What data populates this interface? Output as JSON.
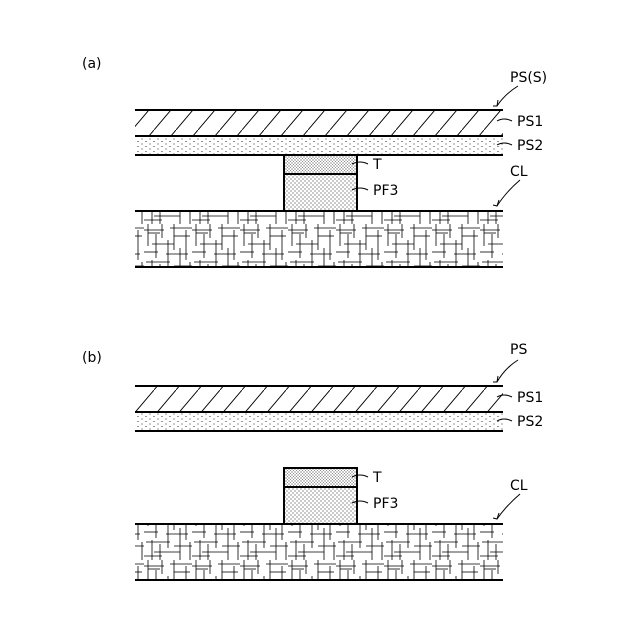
{
  "panel_a": {
    "label": "(a)",
    "ps_label": "PS(S)",
    "ps1_label": "PS1",
    "ps2_label": "PS2",
    "t_label": "T",
    "pf3_label": "PF3",
    "cl_label": "CL"
  },
  "panel_b": {
    "label": "(b)",
    "ps_label": "PS",
    "ps1_label": "PS1",
    "ps2_label": "PS2",
    "t_label": "T",
    "pf3_label": "PF3",
    "cl_label": "CL"
  }
}
